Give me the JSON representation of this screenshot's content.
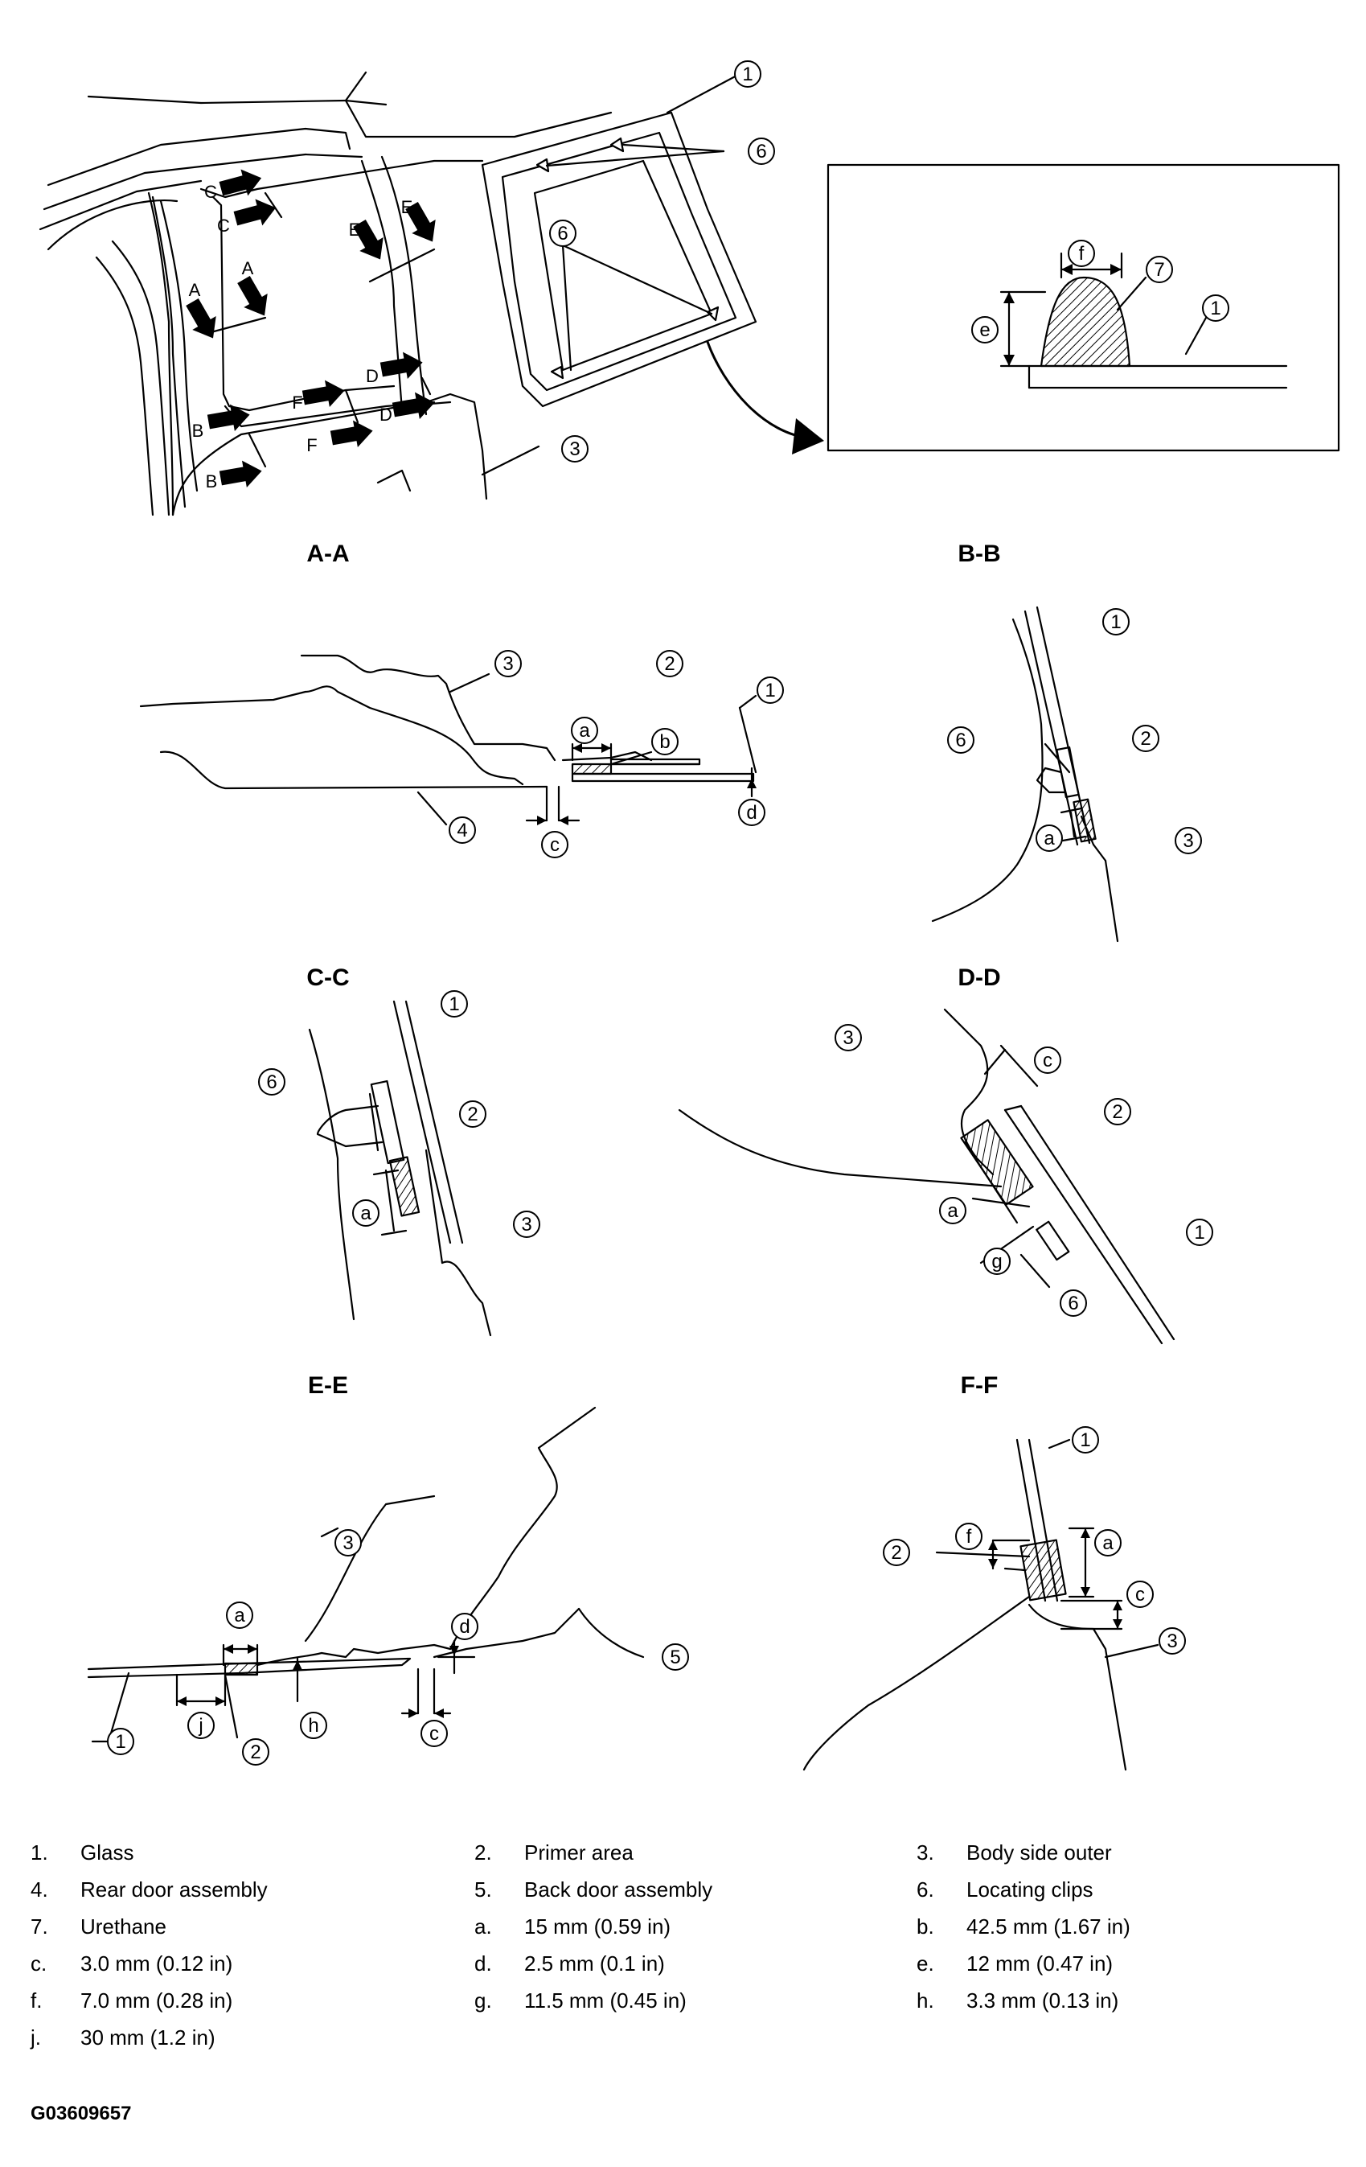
{
  "sections": [
    "A-A",
    "B-B",
    "C-C",
    "D-D",
    "E-E",
    "F-F"
  ],
  "overview_arrows": [
    "A",
    "A",
    "B",
    "B",
    "C",
    "C",
    "D",
    "D",
    "E",
    "E",
    "F",
    "F"
  ],
  "callouts": {
    "n1": "1",
    "n2": "2",
    "n3": "3",
    "n4": "4",
    "n5": "5",
    "n6": "6",
    "n7": "7",
    "a": "a",
    "b": "b",
    "c": "c",
    "d": "d",
    "e": "e",
    "f": "f",
    "g": "g",
    "h": "h",
    "j": "j"
  },
  "legend": [
    {
      "key": "1.",
      "text": "Glass"
    },
    {
      "key": "2.",
      "text": "Primer area"
    },
    {
      "key": "3.",
      "text": "Body side outer"
    },
    {
      "key": "4.",
      "text": "Rear door assembly"
    },
    {
      "key": "5.",
      "text": "Back door assembly"
    },
    {
      "key": "6.",
      "text": "Locating clips"
    },
    {
      "key": "7.",
      "text": "Urethane"
    },
    {
      "key": "a.",
      "text": "15 mm (0.59 in)"
    },
    {
      "key": "b.",
      "text": "42.5 mm (1.67 in)"
    },
    {
      "key": "c.",
      "text": "3.0 mm (0.12 in)"
    },
    {
      "key": "d.",
      "text": "2.5 mm (0.1 in)"
    },
    {
      "key": "e.",
      "text": "12 mm (0.47 in)"
    },
    {
      "key": "f.",
      "text": "7.0 mm (0.28 in)"
    },
    {
      "key": "g.",
      "text": "11.5 mm (0.45 in)"
    },
    {
      "key": "h.",
      "text": "3.3 mm (0.13 in)"
    },
    {
      "key": "j.",
      "text": "30 mm (1.2 in)"
    }
  ],
  "figure_code": "G03609657"
}
